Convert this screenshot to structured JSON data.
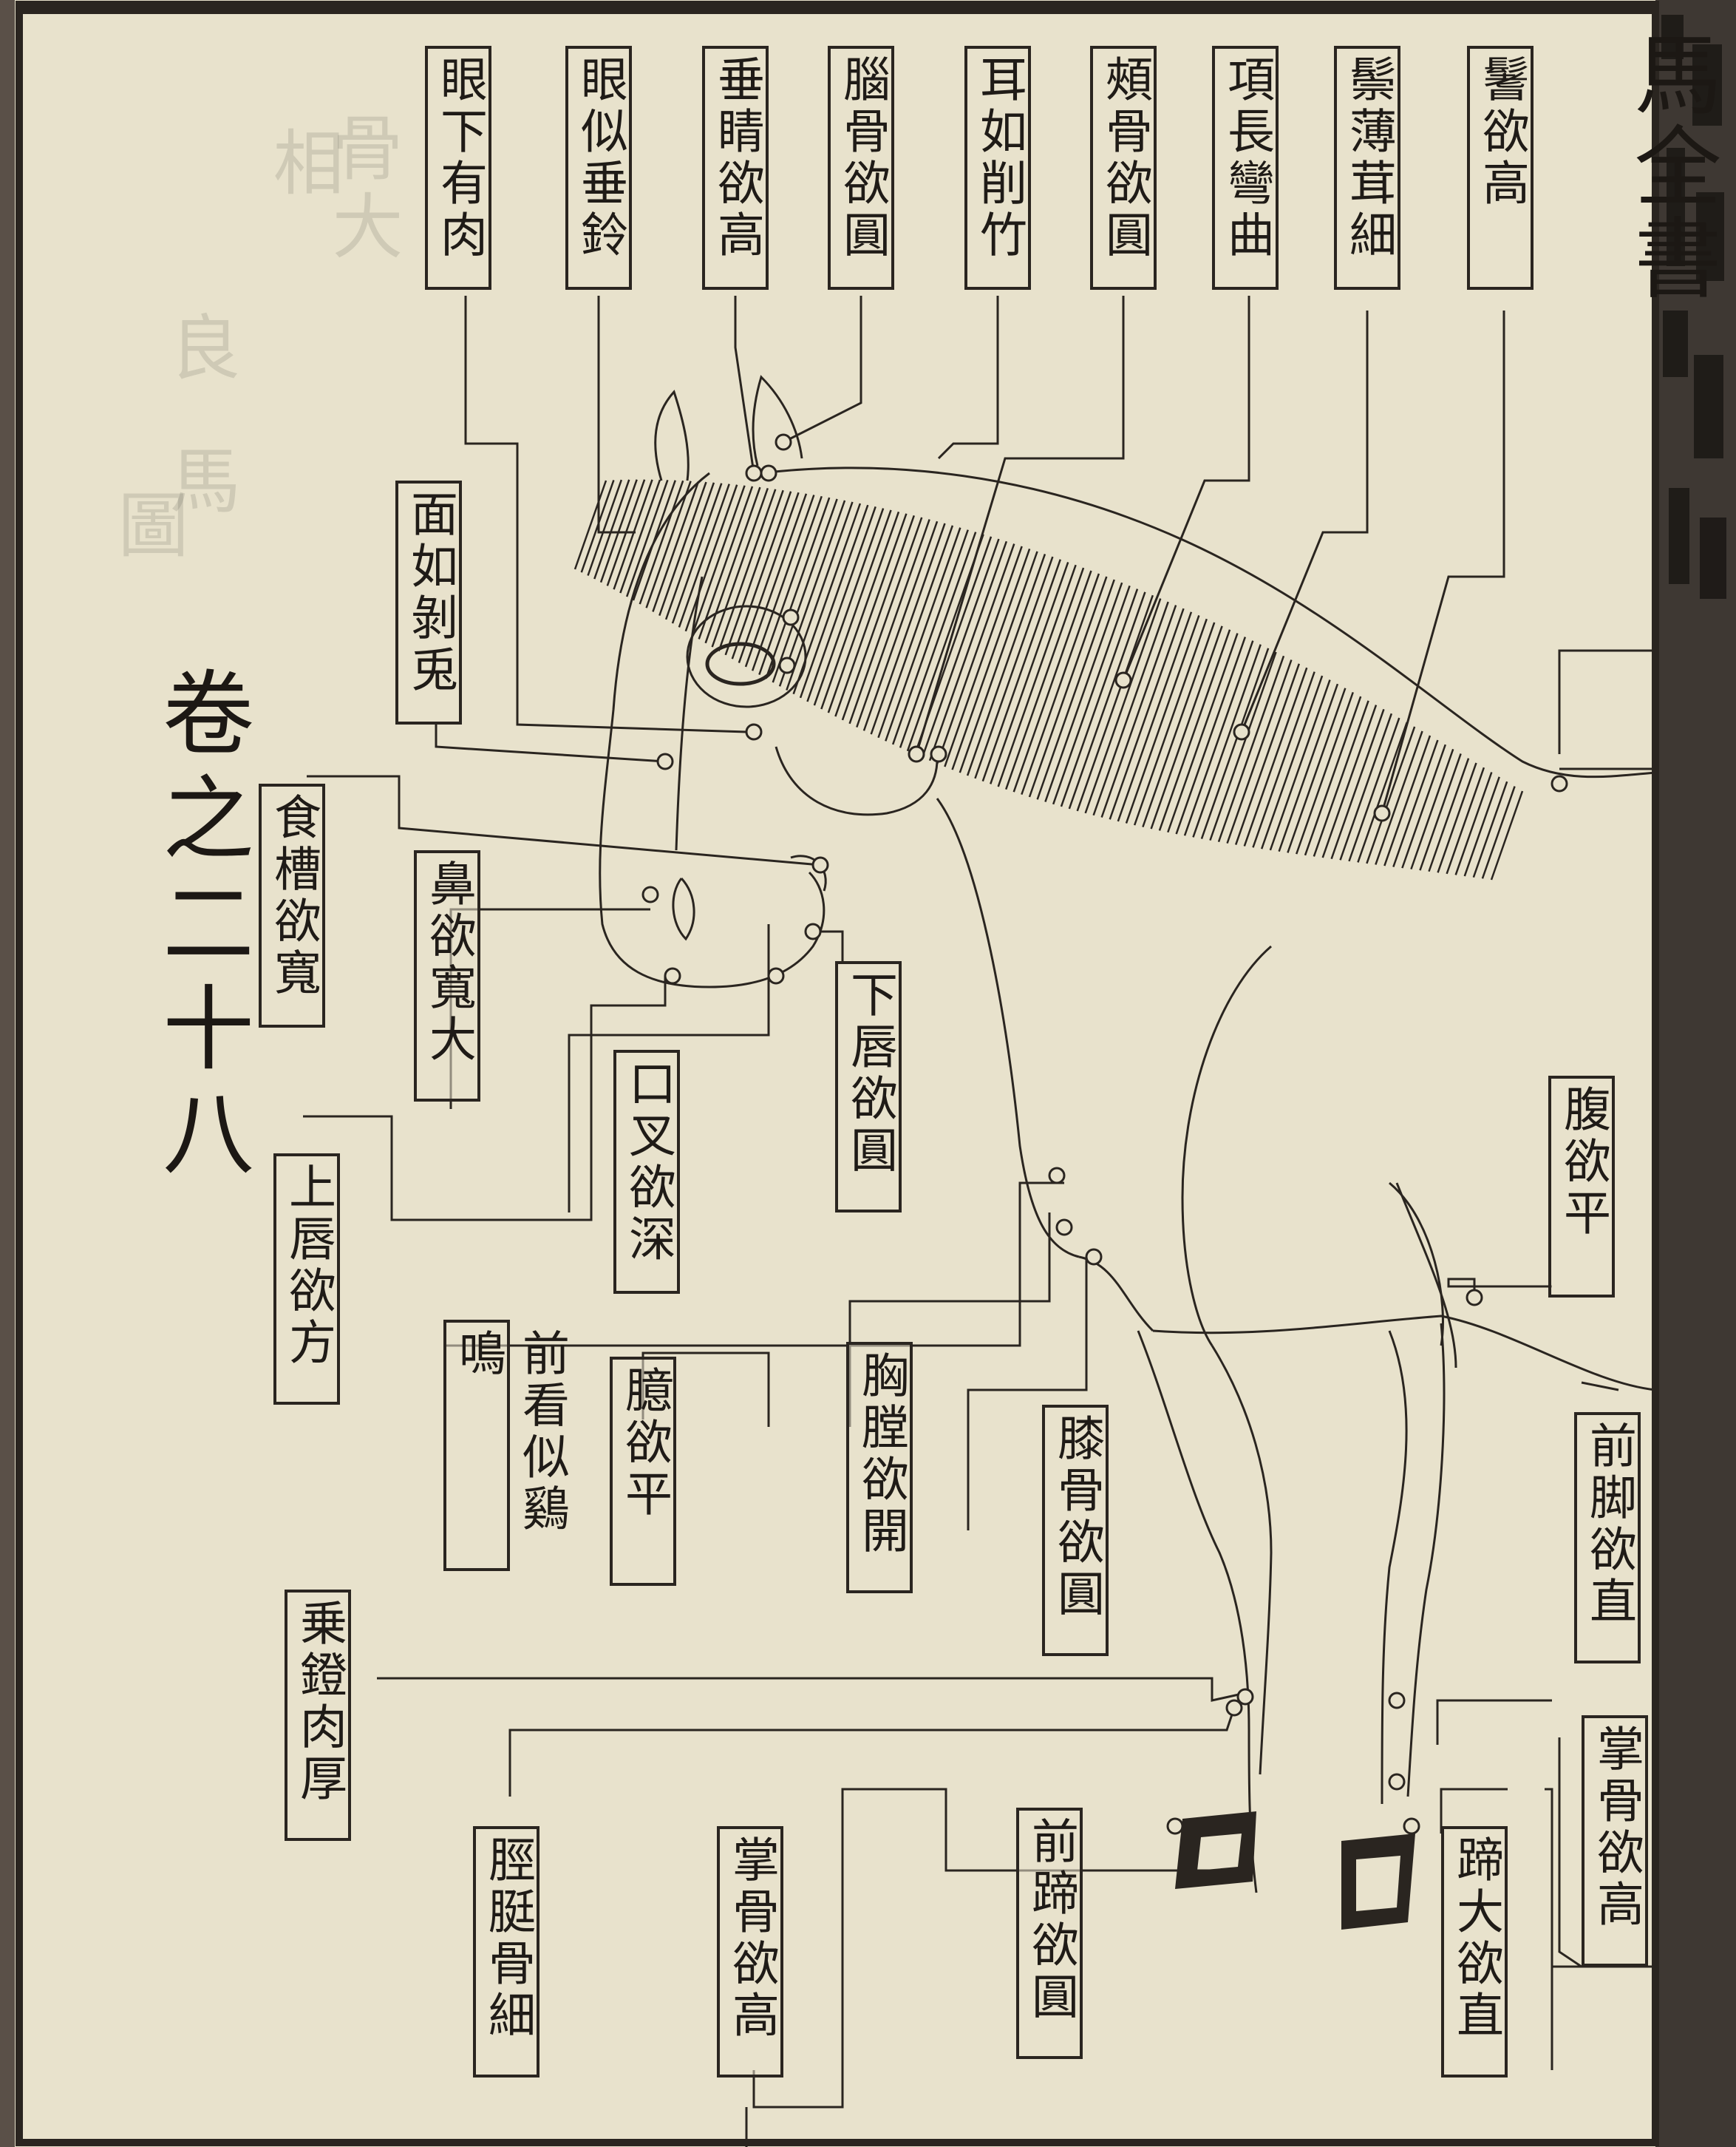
{
  "page": {
    "running_title": "馬全書",
    "volume_label": "卷之二十八",
    "colors": {
      "paper": "#e8e2cc",
      "ink": "#1f1b17",
      "spine": "#5a5048"
    }
  },
  "labels": [
    {
      "name": "label-kan-xia-you-rou",
      "text": "眼下有肉"
    },
    {
      "name": "label-kan-si-chui-ling",
      "text": "眼似垂鈴"
    },
    {
      "name": "label-chui-jing-yu-gao",
      "text": "垂睛欲高"
    },
    {
      "name": "label-nao-gu-yu-yuan",
      "text": "腦骨欲圓"
    },
    {
      "name": "label-er-ru-xue-zhu",
      "text": "耳如削竹"
    },
    {
      "name": "label-jia-gu-yu-yuan",
      "text": "頰骨欲圓"
    },
    {
      "name": "label-xiang-chang-wan-qu",
      "text": "項長彎曲"
    },
    {
      "name": "label-zong-bo-rong-xi",
      "text": "鬃薄茸細"
    },
    {
      "name": "label-qi-yu-gao",
      "text": "鬐欲高"
    },
    {
      "name": "label-mian-ru-bo-tu",
      "text": "面如剝兎"
    },
    {
      "name": "label-shi-cao-yu-kuan",
      "text": "食槽欲寬"
    },
    {
      "name": "label-bi-yu-kuan-da",
      "text": "鼻欲寬大"
    },
    {
      "name": "label-kou-cha-yu-shen",
      "text": "口叉欲深"
    },
    {
      "name": "label-xia-chun-yu-yuan",
      "text": "下唇欲圓"
    },
    {
      "name": "label-shang-chun-yu-fang",
      "text": "上唇欲方"
    },
    {
      "name": "label-qian-kan-si-ji-ming",
      "text": "前看似鷄鳴"
    },
    {
      "name": "label-ying-yu-ping",
      "text": "臆欲平"
    },
    {
      "name": "label-xiong-tang-yu-kai",
      "text": "胸膛欲開"
    },
    {
      "name": "label-xi-gu-yu-yuan",
      "text": "膝骨欲圓"
    },
    {
      "name": "label-fu-yu-ping",
      "text": "腹欲平"
    },
    {
      "name": "label-qian-jiao-yu-zhi",
      "text": "前脚欲直"
    },
    {
      "name": "label-cheng-jing-rou-hou",
      "text": "乗鐙肉厚"
    },
    {
      "name": "label-jing-ting-gu-xi",
      "text": "脛脡骨細"
    },
    {
      "name": "label-zhang-gu-yu-gao-front",
      "text": "掌骨欲高"
    },
    {
      "name": "label-qian-ti-yu-yuan",
      "text": "前蹄欲圓"
    },
    {
      "name": "label-ti-da-yu-zhi",
      "text": "蹄大欲直"
    },
    {
      "name": "label-zhang-gu-yu-gao-side",
      "text": "掌骨欲高"
    }
  ],
  "ghost_text": [
    "骨大",
    "相",
    "良",
    "馬",
    "圖"
  ]
}
